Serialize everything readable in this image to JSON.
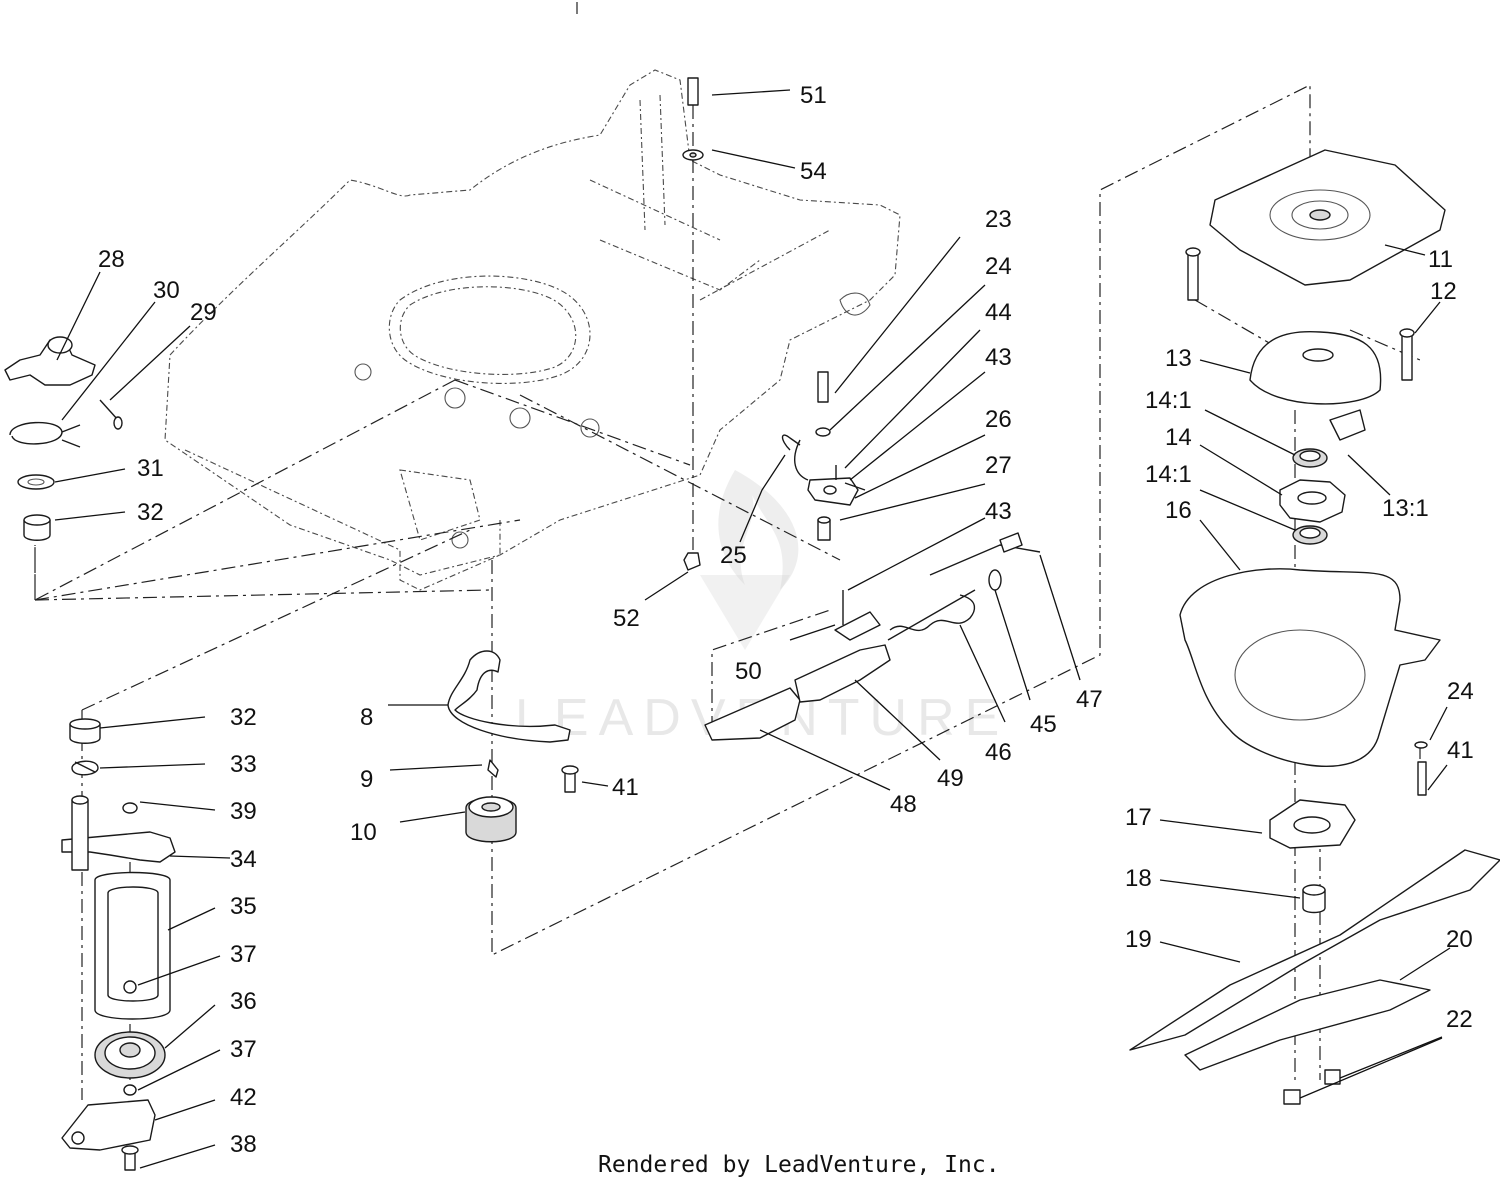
{
  "diagram": {
    "callouts": {
      "c51": "51",
      "c54": "54",
      "c28": "28",
      "c30": "30",
      "c29": "29",
      "c31": "31",
      "c32a": "32",
      "c32b": "32",
      "c33": "33",
      "c39": "39",
      "c34": "34",
      "c35": "35",
      "c37a": "37",
      "c36": "36",
      "c37b": "37",
      "c42": "42",
      "c38": "38",
      "c8": "8",
      "c9": "9",
      "c10": "10",
      "c41a": "41",
      "c52": "52",
      "c25": "25",
      "c23": "23",
      "c24a": "24",
      "c44": "44",
      "c43a": "43",
      "c26": "26",
      "c27": "27",
      "c43b": "43",
      "c50": "50",
      "c47": "47",
      "c45": "45",
      "c46": "46",
      "c49": "49",
      "c48": "48",
      "c11": "11",
      "c12": "12",
      "c13": "13",
      "c14_1a": "14:1",
      "c14": "14",
      "c14_1b": "14:1",
      "c13_1": "13:1",
      "c16": "16",
      "c24b": "24",
      "c41b": "41",
      "c17": "17",
      "c18": "18",
      "c19": "19",
      "c20": "20",
      "c22": "22"
    },
    "watermark": "LEADVENTURE",
    "footer": "Rendered by LeadVenture, Inc."
  }
}
